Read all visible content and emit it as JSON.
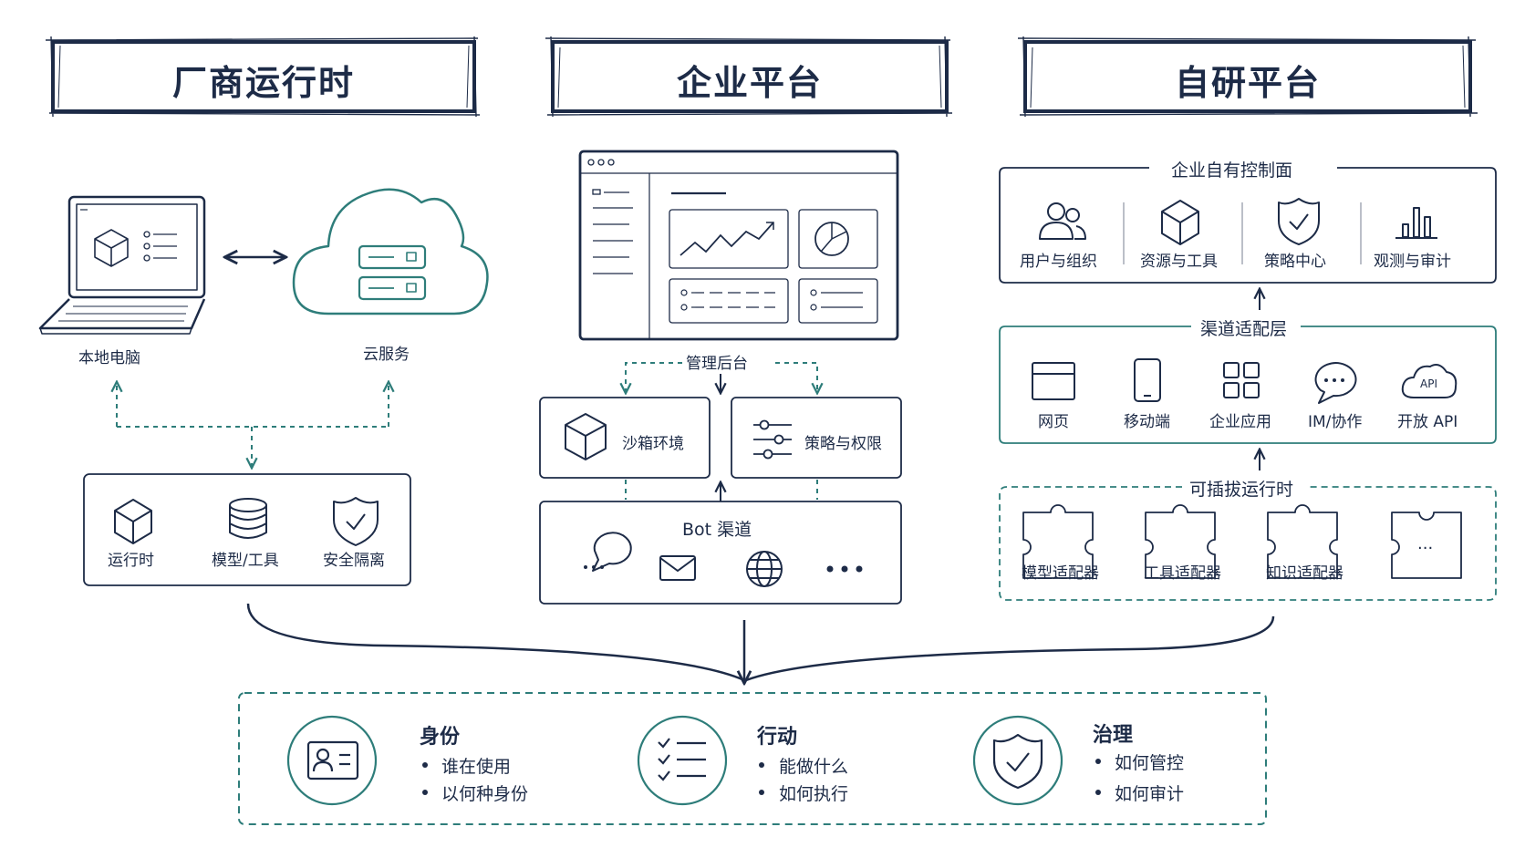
{
  "headers": {
    "vendor": "厂商运行时",
    "enterprise": "企业平台",
    "self_built": "自研平台"
  },
  "vendor": {
    "local_pc": "本地电脑",
    "cloud": "云服务",
    "items": [
      "运行时",
      "模型/工具",
      "安全隔离"
    ]
  },
  "enterprise": {
    "admin": "管理后台",
    "sandbox": "沙箱环境",
    "policy": "策略与权限",
    "bot_channel": "Bot 渠道"
  },
  "self_built": {
    "control_plane": {
      "title": "企业自有控制面",
      "items": [
        "用户与组织",
        "资源与工具",
        "策略中心",
        "观测与审计"
      ]
    },
    "channel_layer": {
      "title": "渠道适配层",
      "items": [
        "网页",
        "移动端",
        "企业应用",
        "IM/协作",
        "开放 API"
      ],
      "api_badge": "API"
    },
    "runtime": {
      "title": "可插拔运行时",
      "items": [
        "模型适配器",
        "工具适配器",
        "知识适配器"
      ],
      "more": "..."
    }
  },
  "bottom": {
    "identity": {
      "title": "身份",
      "bullets": [
        "谁在使用",
        "以何种身份"
      ]
    },
    "action": {
      "title": "行动",
      "bullets": [
        "能做什么",
        "如何执行"
      ]
    },
    "governance": {
      "title": "治理",
      "bullets": [
        "如何管控",
        "如何审计"
      ]
    }
  },
  "colors": {
    "navy": "#1d2b47",
    "teal": "#2e7d7a"
  }
}
